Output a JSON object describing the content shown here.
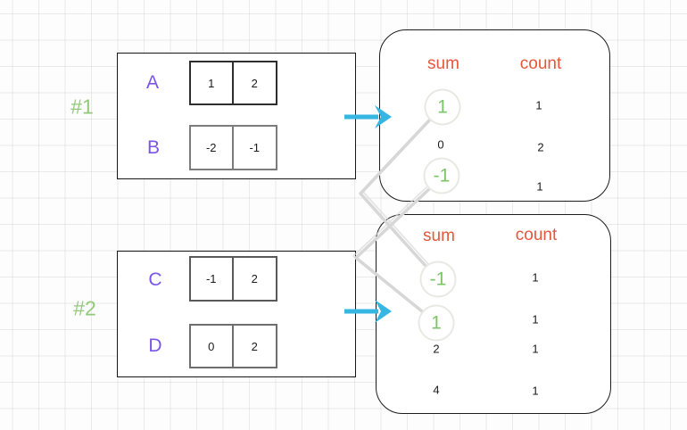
{
  "title": "meet-in-the-middle sum/count diagram",
  "groups": [
    {
      "label": "#1",
      "rows": [
        {
          "name": "A",
          "cells": [
            "1",
            "2"
          ]
        },
        {
          "name": "B",
          "cells": [
            "-2",
            "-1"
          ]
        }
      ]
    },
    {
      "label": "#2",
      "rows": [
        {
          "name": "C",
          "cells": [
            "-1",
            "2"
          ]
        },
        {
          "name": "D",
          "cells": [
            "0",
            "2"
          ]
        }
      ]
    }
  ],
  "tables": [
    {
      "sum_header": "sum",
      "count_header": "count",
      "rows": [
        {
          "sum": "1",
          "count": "1",
          "highlighted": true
        },
        {
          "sum": "0",
          "count": "2",
          "highlighted": false
        },
        {
          "sum": "-1",
          "count": "1",
          "highlighted": true
        }
      ]
    },
    {
      "sum_header": "sum",
      "count_header": "count",
      "rows": [
        {
          "sum": "-1",
          "count": "1",
          "highlighted": true
        },
        {
          "sum": "1",
          "count": "1",
          "highlighted": true
        },
        {
          "sum": "2",
          "count": "1",
          "highlighted": false
        },
        {
          "sum": "4",
          "count": "1",
          "highlighted": false
        }
      ]
    }
  ],
  "connections": [
    {
      "from": "table1 sum 1",
      "to": "table2 sum -1"
    },
    {
      "from": "table1 sum -1",
      "to": "table2 sum 1"
    }
  ],
  "colors": {
    "group_label_green": "#92c97c",
    "array_name_purple": "#7a55e8",
    "header_orange": "#e4573c",
    "highlight_green": "#7cc465",
    "arrow_cyan": "#36b6e2",
    "connector_gray": "#d7d7d7",
    "border_black": "#1c1c1c",
    "grid_gray": "#e9e5e5"
  }
}
